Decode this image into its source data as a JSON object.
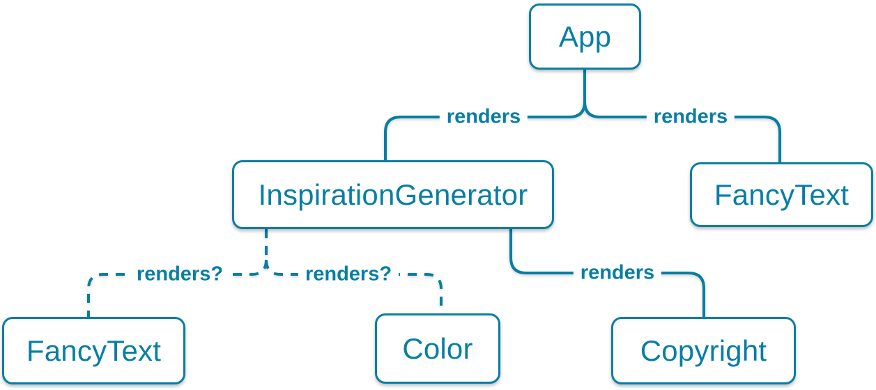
{
  "colors": {
    "accent": "#087ea4",
    "node_background": "#ffffff",
    "page_background": "#ffffff"
  },
  "nodes": [
    {
      "id": "app",
      "label": "App"
    },
    {
      "id": "inspiration-generator",
      "label": "InspirationGenerator"
    },
    {
      "id": "fancy-text-top",
      "label": "FancyText"
    },
    {
      "id": "fancy-text-bottom",
      "label": "FancyText"
    },
    {
      "id": "color",
      "label": "Color"
    },
    {
      "id": "copyright",
      "label": "Copyright"
    }
  ],
  "edges": [
    {
      "from": "app",
      "to": "inspiration-generator",
      "label": "renders",
      "style": "solid"
    },
    {
      "from": "app",
      "to": "fancy-text-top",
      "label": "renders",
      "style": "solid"
    },
    {
      "from": "inspiration-generator",
      "to": "fancy-text-bottom",
      "label": "renders?",
      "style": "dashed"
    },
    {
      "from": "inspiration-generator",
      "to": "color",
      "label": "renders?",
      "style": "dashed"
    },
    {
      "from": "inspiration-generator",
      "to": "copyright",
      "label": "renders",
      "style": "solid"
    }
  ]
}
